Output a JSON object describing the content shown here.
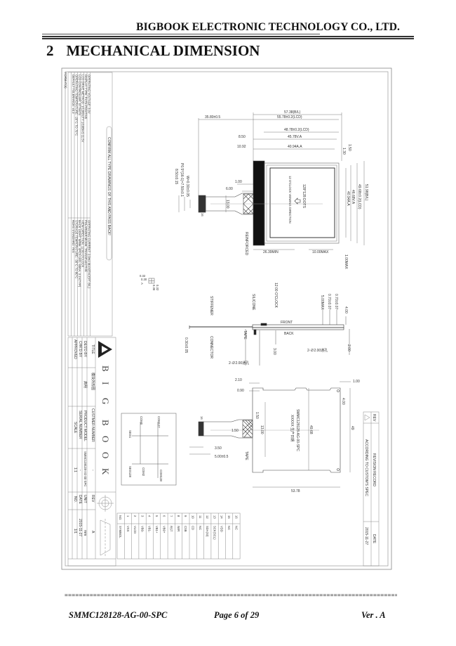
{
  "header": {
    "company": "BIGBOOK ELECTRONIC  TECHNOLOGY CO., LTD.",
    "section_number": "2",
    "section_title": "MECHANICAL DIMENSION"
  },
  "drawing": {
    "spec_header": "CONFIRM ALL TYPE DRAWINGS OF THIS AND PASS BACK!",
    "spec_left": [
      "OPERATING VOLTAGE: 3.0V",
      "DISPLAY TYPE: FSTN-POSITIVE",
      "LCD DRIVE METHOD: 1/128DUTY 1/10BIAS 11.5V",
      "LCD CONTROLLER: ST7567S",
      "OPERATING TEMPERATURE: -20°C TO 70°C",
      "DEFAULT TOLERANCE: ±0.3"
    ],
    "spec_right": [
      "OPERATING CURRENT: 2.0mA MAX(EXCEPT B/L)",
      "POLARIZER MODE: TRANSFLECTIVE",
      "VIEW DIRECTION: 12:00 O'CLOCK",
      "BACK LIGHT: White, 4PCS LED, 60mA, 3.1V(TYP)",
      "STORAGE TEMPERATURE: -30°C TO 80°C",
      "ROHS STANDARD: YES"
    ],
    "format": "FORMAT(6)",
    "title_block": {
      "title_label": "TITLE",
      "designed_label": "DES'D BY",
      "checked_label": "CHK'D BY",
      "approved_label": "APPROVED",
      "title_value": "模块外形图",
      "designer": "高明",
      "customer_label": "CUSTMER NUMBER",
      "customer_value": "-",
      "model_label": "PRODUCT MODEL",
      "model_value": "SMMC128128-AG-00-SPC",
      "serial_label": "SERIAL NUMBER",
      "serial_value": "-",
      "scale_label": "SCALE",
      "scale_value": "1:1",
      "rev_label": "REV",
      "rev_value": "A",
      "unit_label": "UNIT",
      "unit_value": "mm",
      "date_label": "DATE",
      "date_value": "2015-11-27",
      "no_label": "NO.",
      "no_value": "1/1",
      "logo_letters": [
        "B",
        "I",
        "G",
        "B",
        "O",
        "O",
        "K"
      ]
    },
    "pin_table": {
      "no_header": "NO.",
      "symbol_header": "SYMBOL",
      "pins": [
        {
          "no": "1",
          "symbol": "VSS"
        },
        {
          "no": "2",
          "symbol": "VLCD"
        },
        {
          "no": "3",
          "symbol": "VB0-"
        },
        {
          "no": "4",
          "symbol": "VB1-"
        },
        {
          "no": "5",
          "symbol": "VB1+"
        },
        {
          "no": "6",
          "symbol": "VB0+"
        },
        {
          "no": "7",
          "symbol": "RST"
        },
        {
          "no": "8",
          "symbol": "/WR"
        },
        {
          "no": "9",
          "symbol": "CSB"
        },
        {
          "no": "10",
          "symbol": "CD"
        },
        {
          "no": "11",
          "symbol": "NC"
        },
        {
          "no": "12",
          "symbol": "SDA(SI)"
        },
        {
          "no": "13",
          "symbol": "SCK(SCL)"
        },
        {
          "no": "14",
          "symbol": "VDD"
        },
        {
          "no": "15",
          "symbol": "NC"
        },
        {
          "no": "16",
          "symbol": "NC"
        }
      ]
    },
    "revision": {
      "rev_label": "REV",
      "record_label": "REVISION RECORD",
      "date_label": "DATE",
      "entry_text": "ACCORDING TO CUSTOM'S SPEC",
      "entry_date": "2015-11-27"
    },
    "front_view": {
      "d_bl_w": "57.38(B/L)",
      "d_lcd_w": "55.78±0.2(LCD)",
      "d_lcd_w2": "48.78±0.2(LCD)",
      "d_va_w": "45.78V.A",
      "d_aa_w": "40.94A.A",
      "d_fpc_len": "35.80±0.5",
      "d_850": "8.50",
      "d_1092": "10.92",
      "d_100": "1.00",
      "d_600": "6.00",
      "d_1300": "13.00",
      "d_pitch": "P0.5*(16-1)=7.50±0.1",
      "d_width": "8.50±0.15",
      "d_w030": "W=0.30±0.05",
      "d_bl_h": "51.98(B/L)",
      "d_lcd_h": "49.68±0.2(LCD)",
      "d_va_h": "46.68V.A",
      "d_aa_h": "40.94A.A",
      "d_150": "1.50",
      "d_130": "1.30",
      "d_2639": "26.39MIN",
      "d_1000": "10.00MAX",
      "d_100max": "1.00MAX",
      "dots": "128*128 DOTS",
      "view_dir": "12 O'CLOCK VIEWING DIRECTION",
      "pin16": "16",
      "pin1": "1",
      "reinforced": "REINFORCED"
    },
    "detail_a": {
      "label": "A",
      "d1": "0.32",
      "d2": "0.30",
      "d3": "0.30",
      "d4": "0.32"
    },
    "side_view": {
      "stiffener": "STIFFENER",
      "connector": "CONNECTOR",
      "silicone": "SILICONE",
      "tape": "TAPE",
      "front": "FRONT",
      "back": "BACK",
      "clock": "12:00 O'CLOCK",
      "d_030": "0.30±0.05",
      "d_300": "3.00",
      "d_hole1": "2-∅2.00通孔",
      "d_hole2": "2-∅2.00通孔",
      "d_500max": "5.00MAX",
      "d_070a": "0.70±0.07",
      "d_070b": "0.70±0.07",
      "d_400": "4.00",
      "d_200": "2.00"
    },
    "back_view": {
      "d_210": "2.10",
      "d_090": "0.90",
      "d_150": "1.50",
      "d_350": "3.50",
      "d_500": "5.00±0.5",
      "d_100": "1.00",
      "d_400": "4.00",
      "d_4968": "49.68",
      "d_49": "49",
      "d_5378": "53.78",
      "d_1300": "13.00",
      "d_150b": "1.50",
      "label_model": "SMMC128128-AG-00-SPC",
      "label_date": "XXXXX 生产日期",
      "tape": "TAPE",
      "pin16": "16",
      "pin1": "1"
    },
    "circuit": {
      "com127": "COM127",
      "com0": "COM0",
      "seg1": "SEG1",
      "seg128": "SEG128",
      "com128": "COM128",
      "com2": "COM2"
    }
  },
  "footer": {
    "separator": "==================================================================================================",
    "doc_number": "SMMC128128-AG-00-SPC",
    "page": "Page 6 of 29",
    "version": "Ver . A"
  }
}
